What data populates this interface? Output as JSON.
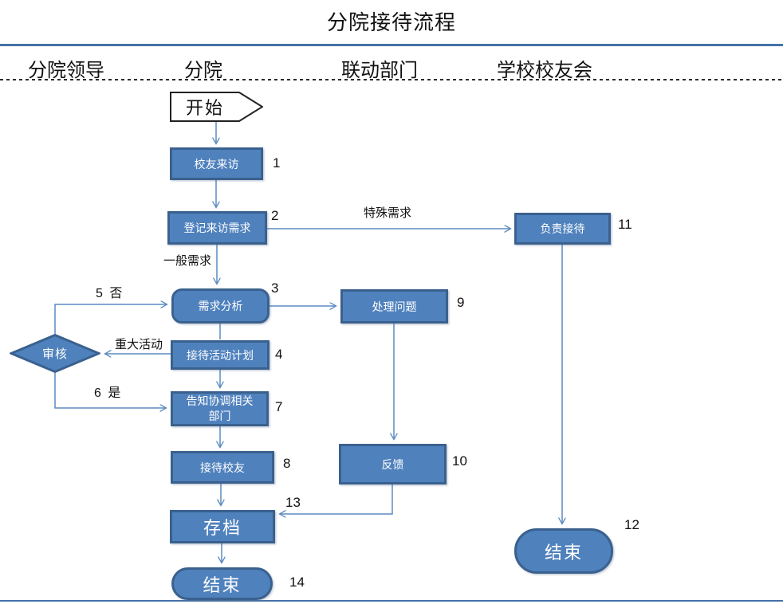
{
  "title": "分院接待流程",
  "lanes": [
    {
      "label": "分院领导"
    },
    {
      "label": "分院"
    },
    {
      "label": "联动部门"
    },
    {
      "label": "学校校友会"
    }
  ],
  "nodes": {
    "start": {
      "label": "开始"
    },
    "alumni_visit": {
      "label": "校友来访",
      "num": "1"
    },
    "register_needs": {
      "label": "登记来访需求",
      "num": "2"
    },
    "needs_analysis": {
      "label": "需求分析",
      "num": "3"
    },
    "activity_plan": {
      "label": "接待活动计划",
      "num": "4"
    },
    "review": {
      "label": "审核"
    },
    "notify_departments": {
      "label": "告知协调相关部门",
      "num": "7"
    },
    "receive_alumni": {
      "label": "接待校友",
      "num": "8"
    },
    "handle_problems": {
      "label": "处理问题",
      "num": "9"
    },
    "feedback": {
      "label": "反馈",
      "num": "10"
    },
    "responsible_reception": {
      "label": "负责接待",
      "num": "11"
    },
    "end_right": {
      "label": "结束",
      "num": "12"
    },
    "archive": {
      "label": "存档",
      "num": "13"
    },
    "end_bottom": {
      "label": "结束",
      "num": "14"
    }
  },
  "edge_labels": {
    "special_needs": "特殊需求",
    "general_needs": "一般需求",
    "no_branch": "5  否",
    "major_activity": "重大活动",
    "yes_branch": "6  是"
  },
  "colors": {
    "node_fill": "#4F81BD",
    "node_border": "#3A618E",
    "connector": "#5B8AC0",
    "frame_line": "#4472A8",
    "text_on_node": "#FFFFFF"
  }
}
